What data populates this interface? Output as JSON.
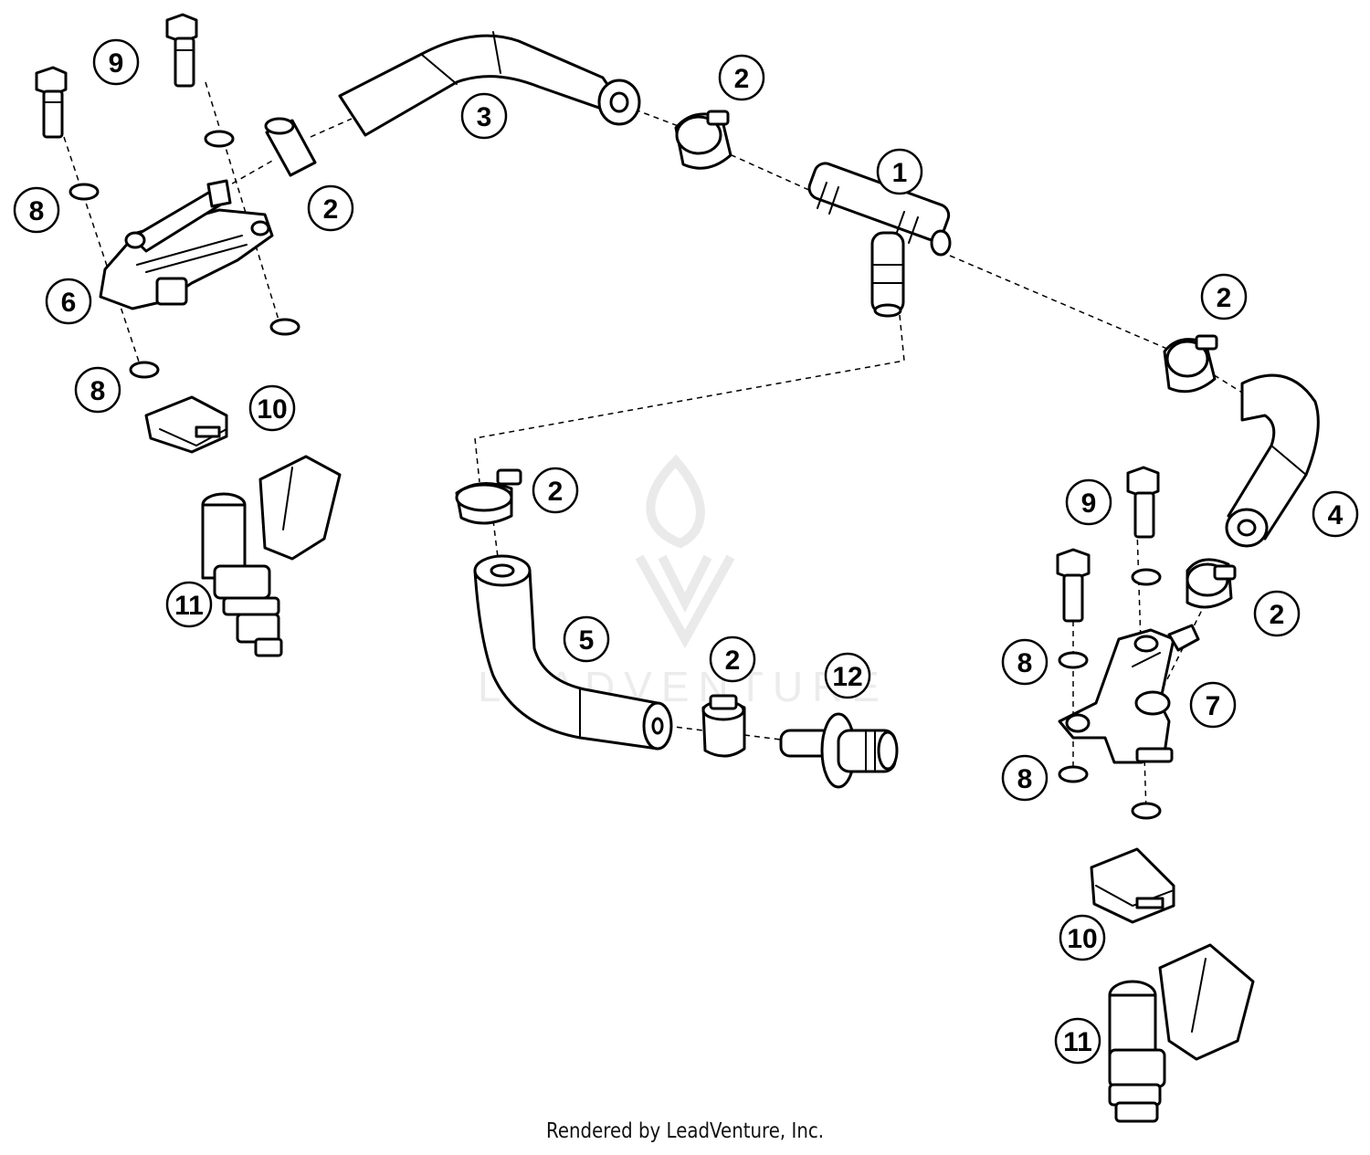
{
  "watermark": {
    "brand": "LEADVENTURE"
  },
  "footer": {
    "credit": "Rendered by LeadVenture, Inc."
  },
  "callouts": [
    {
      "id": "c9a",
      "label": "9"
    },
    {
      "id": "c3",
      "label": "3"
    },
    {
      "id": "c2a",
      "label": "2"
    },
    {
      "id": "c8a",
      "label": "8"
    },
    {
      "id": "c2b",
      "label": "2"
    },
    {
      "id": "c1",
      "label": "1"
    },
    {
      "id": "c6",
      "label": "6"
    },
    {
      "id": "c8b",
      "label": "8"
    },
    {
      "id": "c10a",
      "label": "10"
    },
    {
      "id": "c2c",
      "label": "2"
    },
    {
      "id": "c2d",
      "label": "2"
    },
    {
      "id": "c9b",
      "label": "9"
    },
    {
      "id": "c4",
      "label": "4"
    },
    {
      "id": "c11a",
      "label": "11"
    },
    {
      "id": "c2e",
      "label": "2"
    },
    {
      "id": "c5",
      "label": "5"
    },
    {
      "id": "c2f",
      "label": "2"
    },
    {
      "id": "c12",
      "label": "12"
    },
    {
      "id": "c8c",
      "label": "8"
    },
    {
      "id": "c7",
      "label": "7"
    },
    {
      "id": "c8d",
      "label": "8"
    },
    {
      "id": "c10b",
      "label": "10"
    },
    {
      "id": "c11b",
      "label": "11"
    }
  ]
}
